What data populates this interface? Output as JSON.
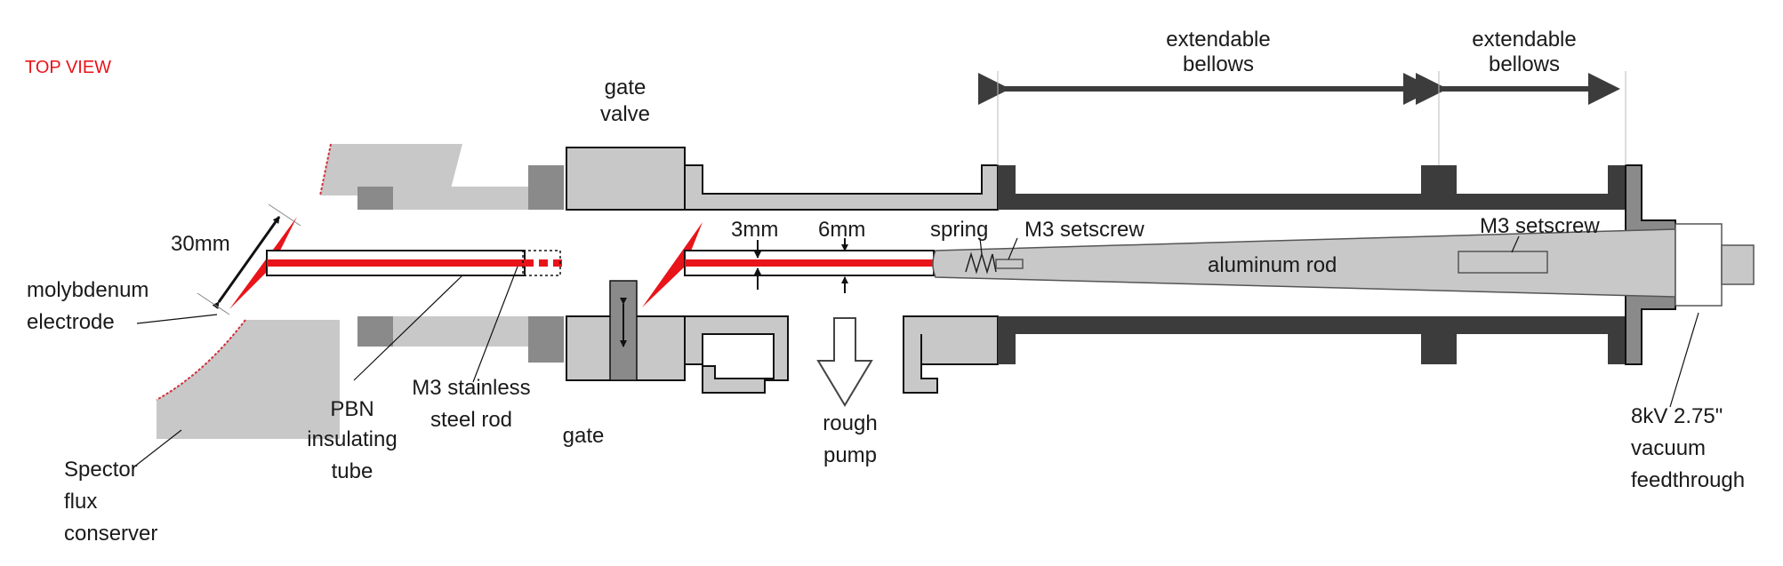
{
  "view_label": "TOP VIEW",
  "labels": {
    "gate_valve": [
      "gate",
      "valve"
    ],
    "bellows_1": [
      "extendable",
      "bellows"
    ],
    "bellows_2": [
      "extendable",
      "bellows"
    ],
    "dim_30mm": "30mm",
    "dim_3mm": "3mm",
    "dim_6mm": "6mm",
    "spring": "spring",
    "setscrew_1": "M3 setscrew",
    "setscrew_2": "M3 setscrew",
    "aluminum_rod": "aluminum rod",
    "molybdenum_electrode": [
      "molybdenum",
      "electrode"
    ],
    "pbn_tube": [
      "PBN",
      "insulating",
      "tube"
    ],
    "stainless_rod": [
      "M3 stainless",
      "steel rod"
    ],
    "gate": "gate",
    "rough_pump": [
      "rough",
      "pump"
    ],
    "feedthrough": [
      "8kV 2.75\"",
      "vacuum",
      "feedthrough"
    ],
    "flux_conserver": [
      "Spector",
      "flux",
      "conserver"
    ]
  },
  "colors": {
    "electrode_red": "#e8141a",
    "light_gray": "#c8c8c8",
    "mid_gray": "#8a8a8a",
    "dark_gray": "#3c3c3c",
    "view_label_red": "#e8141a"
  }
}
